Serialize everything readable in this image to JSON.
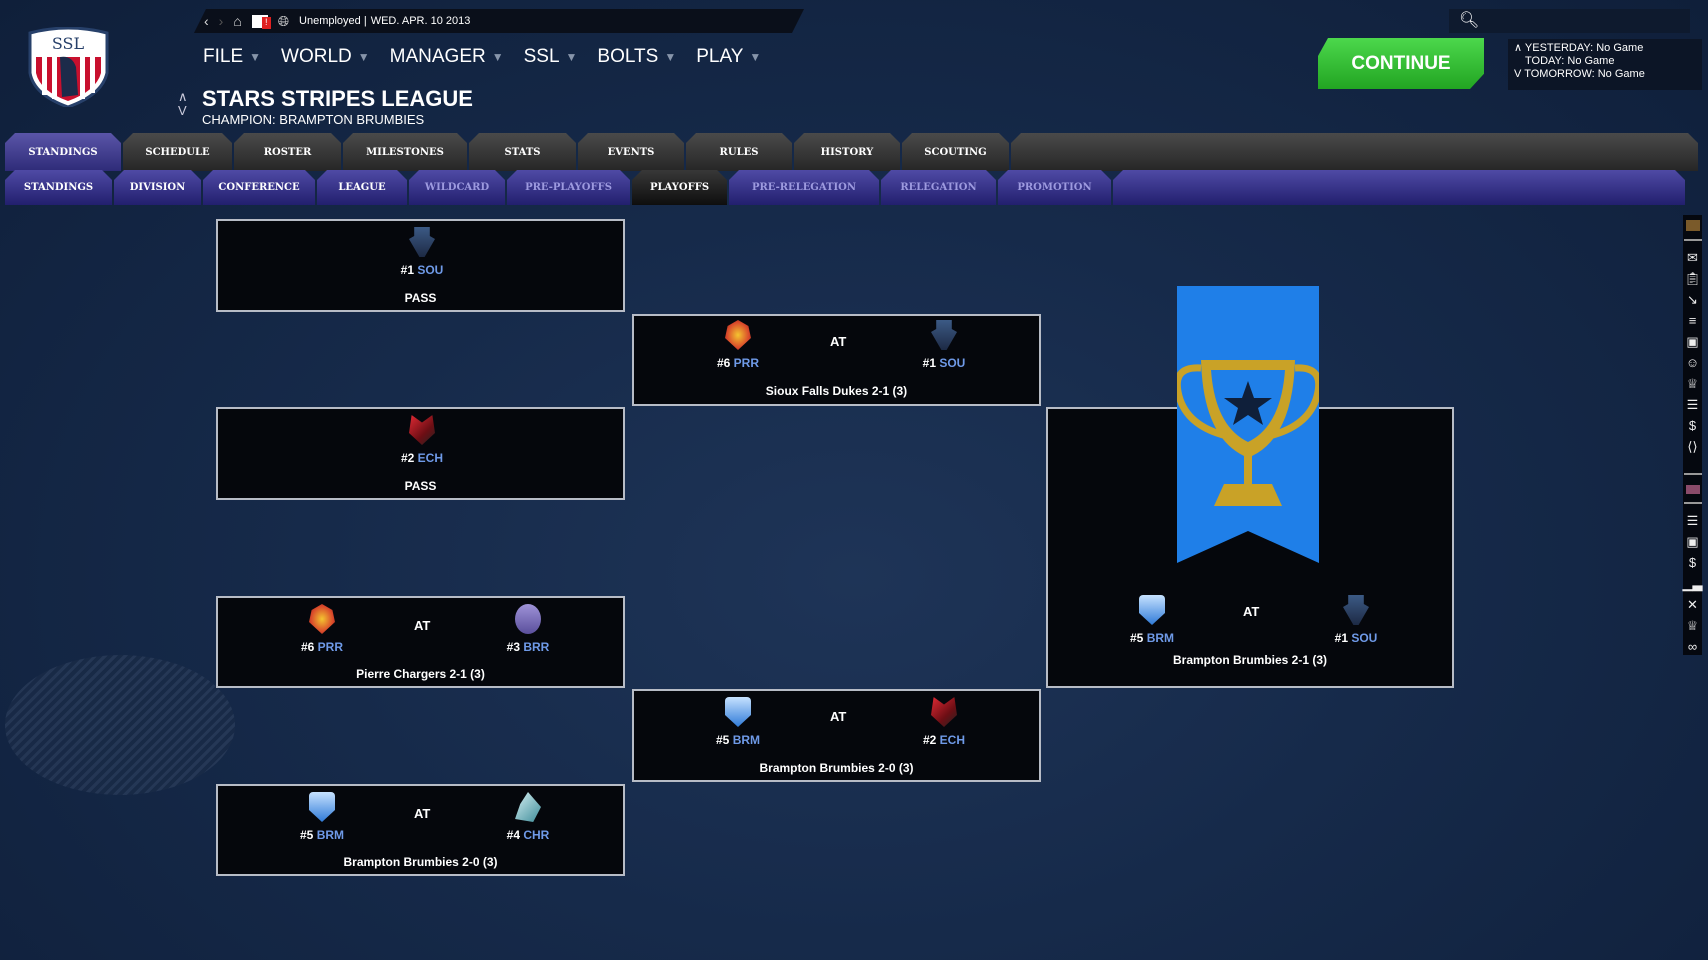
{
  "topbar": {
    "status": "Unemployed |",
    "date": "WED. APR. 10 2013",
    "mail_badge": "!"
  },
  "menu": [
    "FILE",
    "WORLD",
    "MANAGER",
    "SSL",
    "BOLTS",
    "PLAY"
  ],
  "league": {
    "logo_text": "SSL",
    "title": "STARS STRIPES LEAGUE",
    "champion": "CHAMPION: BRAMPTON BRUMBIES"
  },
  "continue_label": "CONTINUE",
  "schedule_info": {
    "yesterday": "YESTERDAY: No Game",
    "today": "TODAY: No Game",
    "tomorrow": "TOMORROW: No Game"
  },
  "tabs_main": [
    "STANDINGS",
    "SCHEDULE",
    "ROSTER",
    "MILESTONES",
    "STATS",
    "EVENTS",
    "RULES",
    "HISTORY",
    "SCOUTING"
  ],
  "tabs_sub": [
    "STANDINGS",
    "DIVISION",
    "CONFERENCE",
    "LEAGUE",
    "WILDCARD",
    "PRE-PLAYOFFS",
    "PLAYOFFS",
    "PRE-RELEGATION",
    "RELEGATION",
    "PROMOTION"
  ],
  "at_label": "AT",
  "bracket": {
    "r1": [
      {
        "seed": "#1",
        "team": "SOU",
        "result": "PASS"
      },
      {
        "seed": "#2",
        "team": "ECH",
        "result": "PASS"
      },
      {
        "away_seed": "#6",
        "away": "PRR",
        "home_seed": "#3",
        "home": "BRR",
        "result": "Pierre Chargers 2-1 (3)"
      },
      {
        "away_seed": "#5",
        "away": "BRM",
        "home_seed": "#4",
        "home": "CHR",
        "result": "Brampton Brumbies 2-0 (3)"
      }
    ],
    "r2": [
      {
        "away_seed": "#6",
        "away": "PRR",
        "home_seed": "#1",
        "home": "SOU",
        "result": "Sioux Falls Dukes 2-1 (3)"
      },
      {
        "away_seed": "#5",
        "away": "BRM",
        "home_seed": "#2",
        "home": "ECH",
        "result": "Brampton Brumbies 2-0 (3)"
      }
    ],
    "final": {
      "away_seed": "#5",
      "away": "BRM",
      "home_seed": "#1",
      "home": "SOU",
      "result": "Brampton Brumbies 2-1 (3)"
    }
  },
  "colors": {
    "accent_green": "#2fbf2f",
    "team_abbr": "#6f9ae8",
    "trophy_banner": "#1f7fe8",
    "trophy_gold": "#c9a227"
  }
}
